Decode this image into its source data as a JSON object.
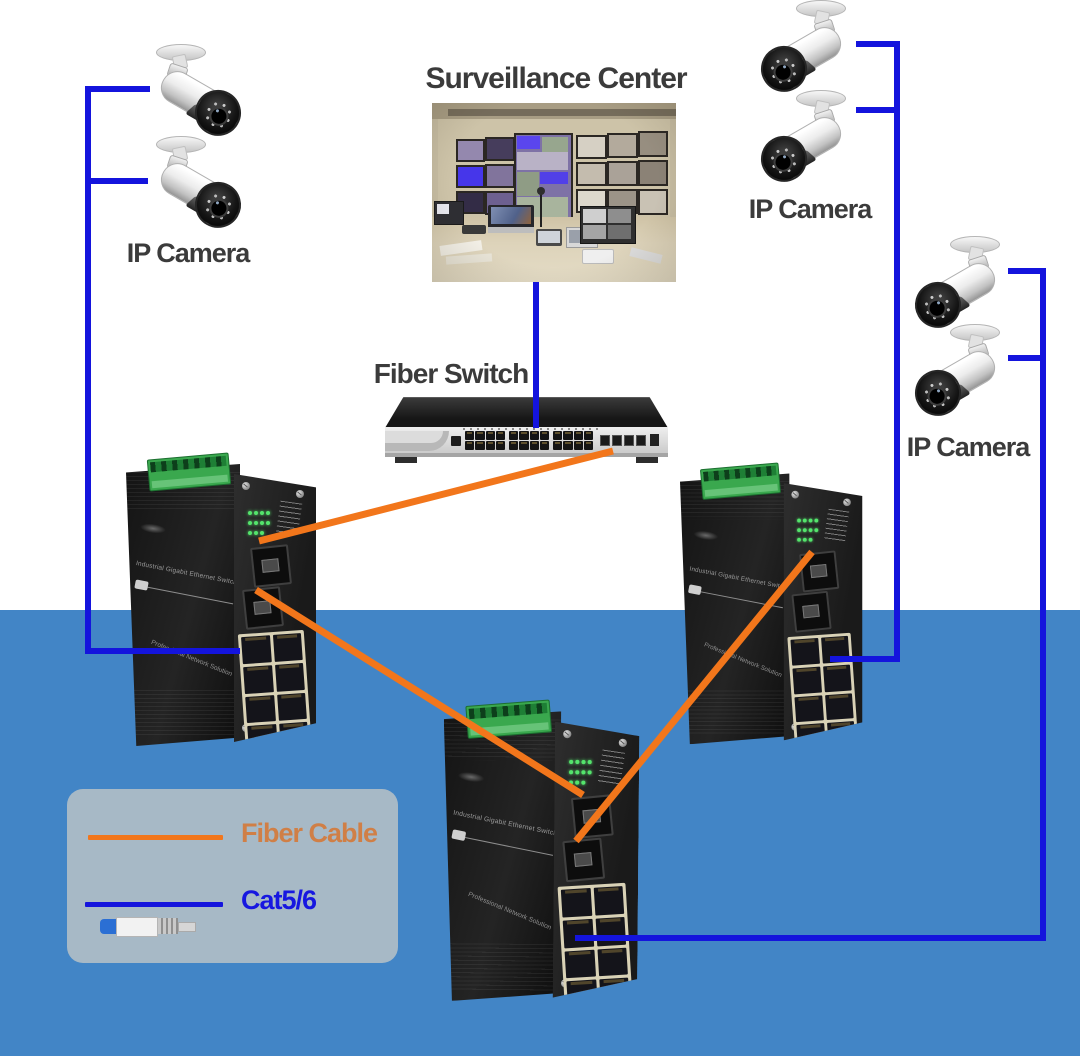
{
  "labels": {
    "surveillance_center": "Surveillance Center",
    "fiber_switch": "Fiber Switch",
    "ip_camera": "IP Camera"
  },
  "industrial_switch": {
    "side_text_1": "Industrial Gigabit Ethernet Switch",
    "side_text_2": "Professional Network Solution"
  },
  "legend": {
    "items": [
      {
        "label": "Fiber Cable",
        "line_color": "#f2761b",
        "text_color": "#d07f46"
      },
      {
        "label": "Cat5/6",
        "line_color": "#1414dd",
        "text_color": "#1717e0"
      }
    ]
  },
  "colors": {
    "cat5": "#1414dd",
    "fiber": "#f2761b",
    "background_blue": "#4285c6",
    "legend_bg": "#a7b9c6",
    "label_text": "#3b3b3b"
  },
  "links": [
    {
      "id": "cam-left-1-to-trunk",
      "type": "cat5",
      "points": [
        [
          150,
          89
        ],
        [
          88,
          89
        ]
      ]
    },
    {
      "id": "cam-left-2-to-trunk",
      "type": "cat5",
      "points": [
        [
          148,
          181
        ],
        [
          88,
          181
        ]
      ]
    },
    {
      "id": "left-trunk-to-switch-a",
      "type": "cat5",
      "points": [
        [
          88,
          86
        ],
        [
          88,
          651
        ],
        [
          240,
          651
        ]
      ]
    },
    {
      "id": "center-to-fiber-switch",
      "type": "cat5",
      "points": [
        [
          536,
          282
        ],
        [
          536,
          428
        ]
      ]
    },
    {
      "id": "cam-tr-1-to-trunk",
      "type": "cat5",
      "points": [
        [
          856,
          44
        ],
        [
          897,
          44
        ]
      ]
    },
    {
      "id": "cam-tr-2-to-trunk",
      "type": "cat5",
      "points": [
        [
          856,
          110
        ],
        [
          897,
          110
        ]
      ]
    },
    {
      "id": "tr-trunk-to-switch-b",
      "type": "cat5",
      "points": [
        [
          897,
          41
        ],
        [
          897,
          659
        ],
        [
          830,
          659
        ]
      ]
    },
    {
      "id": "cam-mr-1-to-trunk",
      "type": "cat5",
      "points": [
        [
          1008,
          271
        ],
        [
          1043,
          271
        ]
      ]
    },
    {
      "id": "cam-mr-2-to-trunk",
      "type": "cat5",
      "points": [
        [
          1008,
          358
        ],
        [
          1043,
          358
        ]
      ]
    },
    {
      "id": "mr-trunk-to-switch-c",
      "type": "cat5",
      "points": [
        [
          1043,
          268
        ],
        [
          1043,
          938
        ],
        [
          575,
          938
        ]
      ]
    },
    {
      "id": "switch-a-sfp1-to-fiber-switch",
      "type": "fiber",
      "points": [
        [
          259,
          541
        ],
        [
          613,
          451
        ]
      ]
    },
    {
      "id": "switch-a-sfp2-to-switch-c",
      "type": "fiber",
      "points": [
        [
          256,
          590
        ],
        [
          583,
          795
        ]
      ]
    },
    {
      "id": "switch-b-sfp1-to-switch-c",
      "type": "fiber",
      "points": [
        [
          812,
          552
        ],
        [
          576,
          841
        ]
      ]
    }
  ]
}
